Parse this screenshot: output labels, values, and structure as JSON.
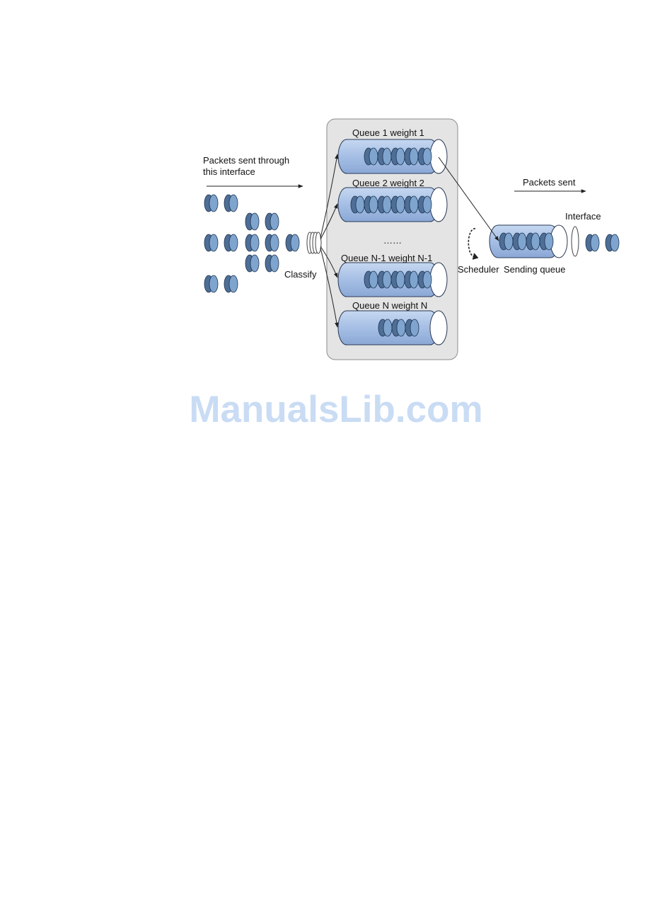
{
  "diagram": {
    "labels": {
      "packets_in": [
        "Packets sent through",
        "this interface"
      ],
      "classify": "Classify",
      "queue_1": "Queue 1  weight 1",
      "queue_2": "Queue 2  weight 2",
      "ellipsis": "……",
      "queue_n1": "Queue N-1  weight N-1",
      "queue_n": "Queue N  weight N",
      "packets_sent": "Packets sent",
      "interface": "Interface",
      "scheduler": "Scheduler",
      "sending_queue": "Sending queue"
    },
    "colors": {
      "packet": "#4e6e96",
      "packet_face": "#7fa5cf",
      "queue_body": "#a9c1e6",
      "panel": "#e4e4e4"
    }
  },
  "watermark": "ManualsLib.com"
}
